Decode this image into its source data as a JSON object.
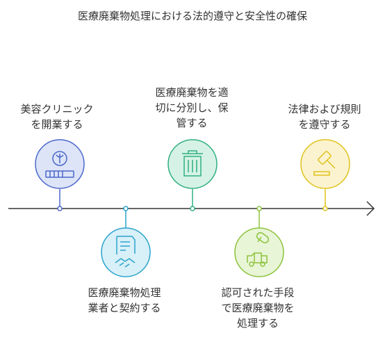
{
  "title": "医療廃棄物処理における法的遵守と安全性の確保",
  "steps": [
    {
      "label": "美容クリニック\nを開業する",
      "color": "#4a67c8",
      "fill": "#dde4f8",
      "icon": "clinic-icon"
    },
    {
      "label": "医療廃棄物処理\n業者と契約する",
      "color": "#2aa3cc",
      "fill": "#d8f0f8",
      "icon": "contract-icon"
    },
    {
      "label": "医療廃棄物を適\n切に分別し、保\n管する",
      "color": "#2fb080",
      "fill": "#d6f2e6",
      "icon": "trash-can-icon"
    },
    {
      "label": "認可された手段\nで医療廃棄物を\n処理する",
      "color": "#8cc23c",
      "fill": "#e8f5d6",
      "icon": "disposal-truck-icon"
    },
    {
      "label": "法律および規則\nを遵守する",
      "color": "#e0c21a",
      "fill": "#fbf3cf",
      "icon": "gavel-icon"
    }
  ]
}
